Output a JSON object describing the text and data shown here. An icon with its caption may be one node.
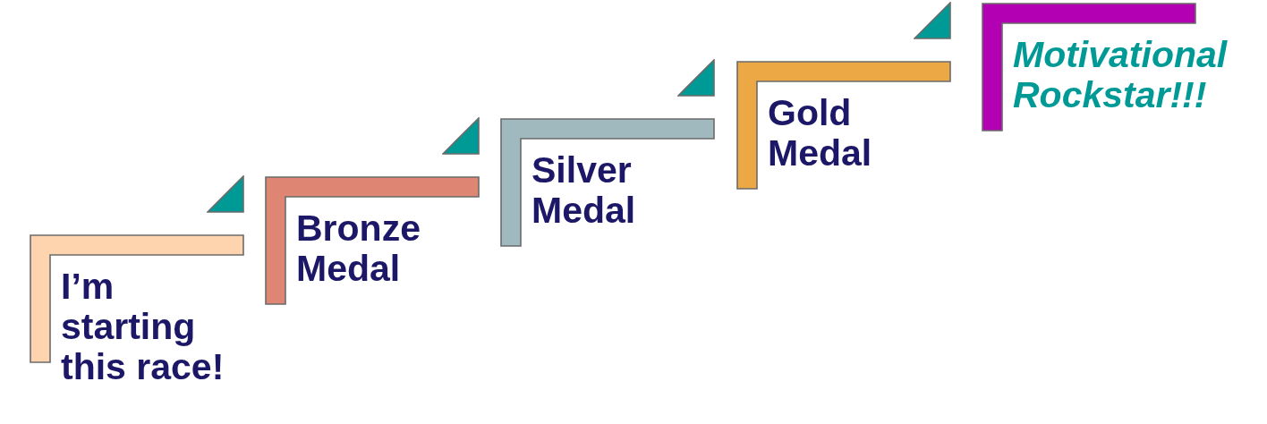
{
  "diagram": {
    "nodes": [
      {
        "text": [
          "I’m starting this race!"
        ]
      },
      {
        "text": [
          "Bronze Medal"
        ]
      },
      {
        "text": [
          "Silver Medal"
        ]
      },
      {
        "text": [
          "Gold Medal"
        ]
      },
      {
        "text": [
          "Motivational Rockstar!!!"
        ]
      }
    ]
  }
}
